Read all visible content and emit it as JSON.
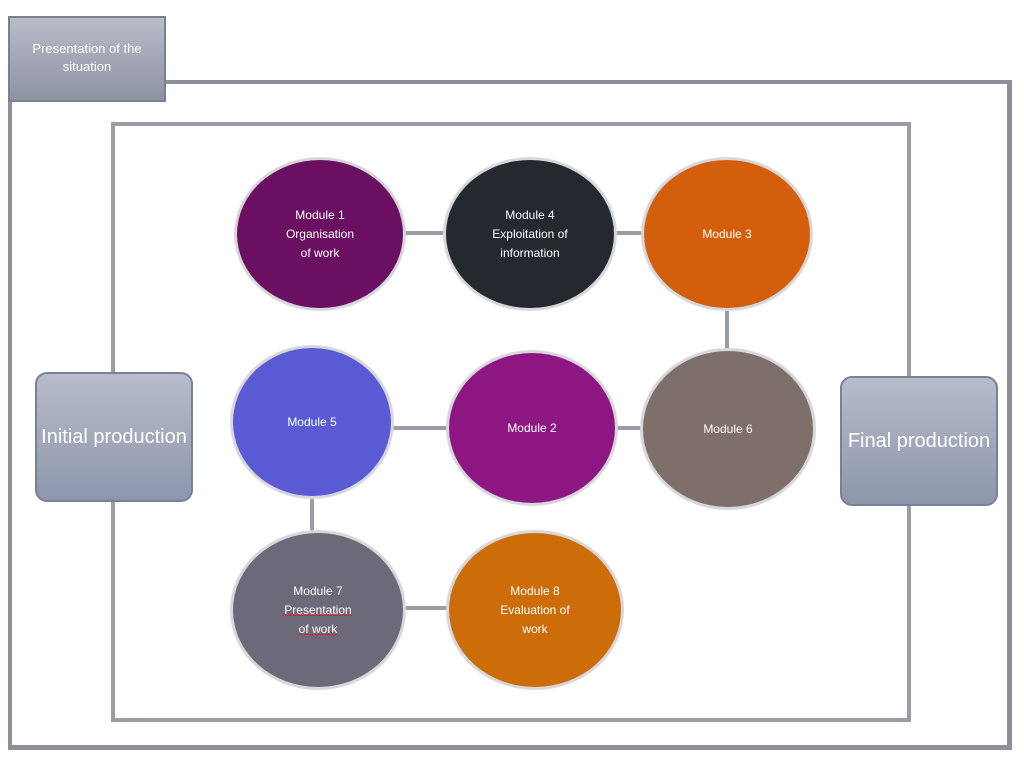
{
  "header": {
    "label": "Presentation of the situation"
  },
  "sides": {
    "initial": "Initial production",
    "final": "Final production"
  },
  "modules": {
    "m1": {
      "line1": "Module 1",
      "line2": "Organisation",
      "line3": "of work",
      "color": "#6a0f61"
    },
    "m4": {
      "line1": "Module 4",
      "line2": "Exploitation of",
      "line3": "information",
      "color": "#24282f"
    },
    "m3": {
      "line1": "Module 3",
      "color": "#d35f0c"
    },
    "m5": {
      "line1": "Module 5",
      "color": "#5a5bd4"
    },
    "m2": {
      "line1": "Module 2",
      "color": "#8e1683"
    },
    "m6": {
      "line1": "Module 6",
      "color": "#7f6f6a"
    },
    "m7": {
      "line1": "Module 7",
      "line2": "Presentation",
      "line3": "of work",
      "color": "#6c6a78"
    },
    "m8": {
      "line1": "Module 8",
      "line2": "Evaluation of",
      "line3": "work",
      "color": "#cc6d0a"
    }
  },
  "colors": {
    "frame": "#8d8f99",
    "connector": "#9a9ca6"
  }
}
